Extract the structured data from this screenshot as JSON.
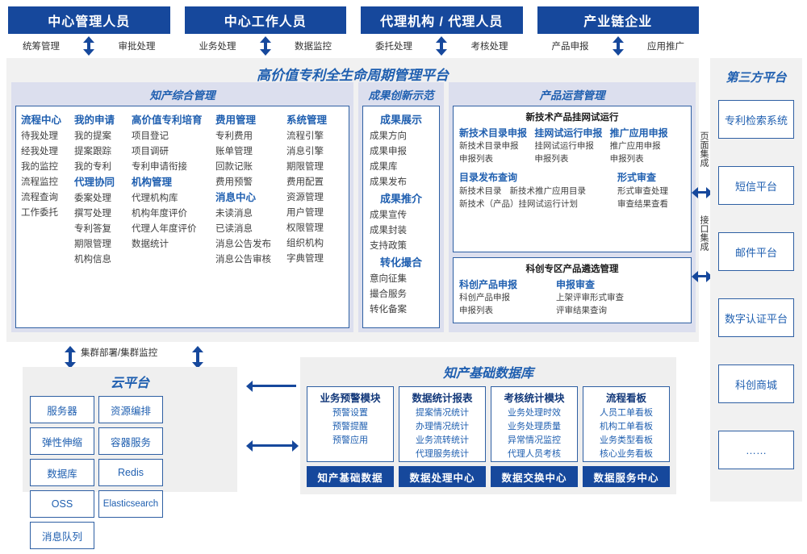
{
  "roles": [
    {
      "title": "中心管理人员",
      "left": "统筹管理",
      "right": "审批处理"
    },
    {
      "title": "中心工作人员",
      "left": "业务处理",
      "right": "数据监控"
    },
    {
      "title": "代理机构 / 代理人员",
      "left": "委托处理",
      "right": "考核处理"
    },
    {
      "title": "产业链企业",
      "left": "产品申报",
      "right": "应用推广"
    }
  ],
  "platform": {
    "title": "高价值专利全生命周期管理平台",
    "zhichan": {
      "title": "知产综合管理",
      "columns": [
        {
          "groups": [
            {
              "title": "流程中心",
              "items": [
                "待我处理",
                "经我处理",
                "我的监控",
                "流程监控",
                "流程查询",
                "工作委托"
              ]
            }
          ]
        },
        {
          "groups": [
            {
              "title": "我的申请",
              "items": [
                "我的提案",
                "提案跟踪",
                "我的专利"
              ]
            },
            {
              "title": "代理协同",
              "items": [
                "委案处理",
                "撰写处理",
                "专利答复",
                "期限管理",
                "机构信息"
              ]
            }
          ]
        },
        {
          "groups": [
            {
              "title": "高价值专利培育",
              "items": [
                "项目登记",
                "项目调研",
                "专利申请衔接"
              ]
            },
            {
              "title": "机构管理",
              "items": [
                "代理机构库",
                "机构年度评价",
                "代理人年度评价",
                "数据统计"
              ]
            }
          ]
        },
        {
          "groups": [
            {
              "title": "费用管理",
              "items": [
                "专利费用",
                "账单管理",
                "回款记账",
                "费用预警"
              ]
            },
            {
              "title": "消息中心",
              "items": [
                "未读消息",
                "已读消息",
                "消息公告发布",
                "消息公告审核"
              ]
            }
          ]
        },
        {
          "groups": [
            {
              "title": "系统管理",
              "items": [
                "流程引擎",
                "消息引擎",
                "期限管理",
                "费用配置",
                "资源管理",
                "用户管理",
                "权限管理",
                "组织机构",
                "字典管理"
              ]
            }
          ]
        }
      ]
    },
    "chengguo": {
      "title": "成果创新示范",
      "groups": [
        {
          "title": "成果展示",
          "items": [
            "成果方向",
            "成果申报",
            "成果库",
            "成果发布"
          ]
        },
        {
          "title": "成果推介",
          "items": [
            "成果宣传",
            "成果封装",
            "支持政策"
          ]
        },
        {
          "title": "转化撮合",
          "items": [
            "意向征集",
            "撮合服务",
            "转化备案"
          ]
        }
      ]
    },
    "chanpin": {
      "title": "产品运营管理",
      "box1": {
        "header": "新技术产品挂网试运行",
        "columns": [
          {
            "title": "新技术目录申报",
            "items": [
              "新技术目录申报",
              "申报列表"
            ]
          },
          {
            "title": "挂网试运行申报",
            "items": [
              "挂网试运行申报",
              "申报列表"
            ]
          },
          {
            "title": "推广应用申报",
            "items": [
              "推广应用申报",
              "申报列表"
            ]
          }
        ],
        "row2_left_title": "目录发布查询",
        "row2_right_title": "形式审查",
        "row2_left_items": [
          "新技术目录",
          "新技术推广应用目录",
          "新技术（产品）挂网试运行计划"
        ],
        "row2_right_items": [
          "形式审查处理",
          "审查结果查看"
        ]
      },
      "box2": {
        "header": "科创专区产品遴选管理",
        "columns": [
          {
            "title": "科创产品申报",
            "items": [
              "科创产品申报",
              "申报列表"
            ]
          },
          {
            "title": "申报审查",
            "items": [
              "上架评审形式审查",
              "评审结果查询"
            ]
          }
        ]
      }
    }
  },
  "integration": {
    "page_label": "页面集成",
    "api_label": "接口集成"
  },
  "third_party": {
    "title": "第三方平台",
    "items": [
      "专利检索系统",
      "短信平台",
      "邮件平台",
      "数字认证平台",
      "科创商城",
      "……"
    ]
  },
  "cluster_label": "集群部署/集群监控",
  "cloud": {
    "title": "云平台",
    "items": [
      "服务器",
      "资源编排",
      "弹性伸缩",
      "容器服务",
      "数据库",
      "Redis",
      "OSS",
      "Elasticsearch",
      "消息队列"
    ]
  },
  "database": {
    "title": "知产基础数据库",
    "columns": [
      {
        "title": "业务预警模块",
        "items": [
          "预警设置",
          "预警提醒",
          "预警应用"
        ],
        "footer": "知产基础数据"
      },
      {
        "title": "数据统计报表",
        "items": [
          "提案情况统计",
          "办理情况统计",
          "业务流转统计",
          "代理服务统计"
        ],
        "footer": "数据处理中心"
      },
      {
        "title": "考核统计模块",
        "items": [
          "业务处理时效",
          "业务处理质量",
          "异常情况监控",
          "代理人员考核"
        ],
        "footer": "数据交换中心"
      },
      {
        "title": "流程看板",
        "items": [
          "人员工单看板",
          "机构工单看板",
          "业务类型看板",
          "核心业务看板"
        ],
        "footer": "数据服务中心"
      }
    ]
  },
  "colors": {
    "navy": "#16489C",
    "blue_text": "#1F5FB0",
    "panel_header_bg": "#DCDFEE",
    "section_bg": "#F1F1F1",
    "border_blue": "#2E5FA3"
  }
}
